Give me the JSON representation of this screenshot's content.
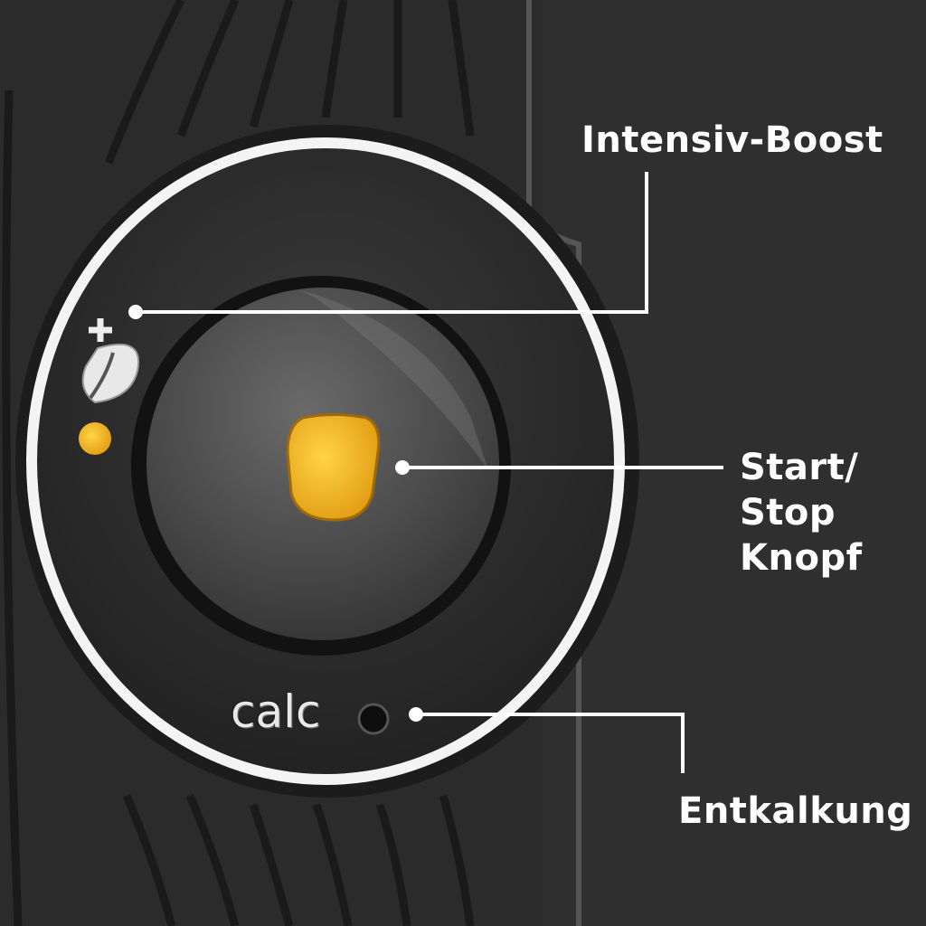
{
  "callouts": {
    "boost": "Intensiv-Boost",
    "start_stop": [
      "Start/",
      "Stop",
      "Knopf"
    ],
    "descale": "Entkalkung"
  },
  "device": {
    "calc_label": "calc",
    "led_color": "#f2b21c",
    "ring_color": "#f4f4f4"
  }
}
